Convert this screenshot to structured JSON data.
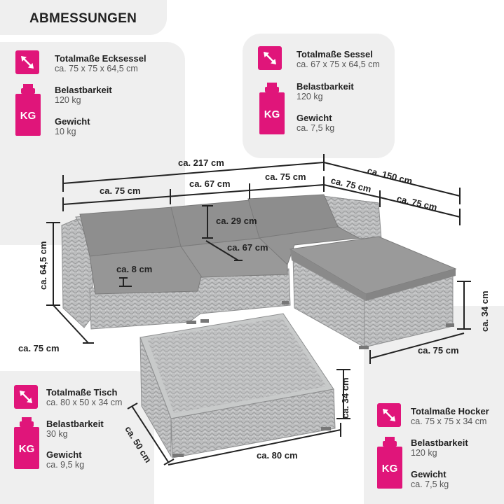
{
  "colors": {
    "accent": "#e0157a",
    "panel": "#efefef",
    "cushion": "#8e8e8e",
    "rattan": "#b9babb"
  },
  "header": {
    "title": "ABMESSUNGEN"
  },
  "ecksessel": {
    "size_label": "Totalmaße Ecksessel",
    "size_value": "ca. 75 x 75 x 64,5 cm",
    "load_label": "Belastbarkeit",
    "load_value": "120 kg",
    "weight_label": "Gewicht",
    "weight_value": "10 kg",
    "kg_text": "KG"
  },
  "sessel": {
    "size_label": "Totalmaße Sessel",
    "size_value": "ca. 67 x 75 x 64,5 cm",
    "load_label": "Belastbarkeit",
    "load_value": "120 kg",
    "weight_label": "Gewicht",
    "weight_value": "ca. 7,5 kg",
    "kg_text": "KG"
  },
  "tisch": {
    "size_label": "Totalmaße Tisch",
    "size_value": "ca. 80 x 50 x 34 cm",
    "load_label": "Belastbarkeit",
    "load_value": "30 kg",
    "weight_label": "Gewicht",
    "weight_value": "ca. 9,5 kg",
    "kg_text": "KG"
  },
  "hocker": {
    "size_label": "Totalmaße Hocker",
    "size_value": "ca. 75 x 75 x 34 cm",
    "load_label": "Belastbarkeit",
    "load_value": "120 kg",
    "weight_label": "Gewicht",
    "weight_value": "ca. 7,5 kg",
    "kg_text": "KG"
  },
  "dimensions": {
    "total_width": "ca. 217 cm",
    "total_depth": "ca. 150 cm",
    "seg1": "ca. 75 cm",
    "seg2": "ca. 67 cm",
    "seg3": "ca. 75 cm",
    "side_a": "ca. 75 cm",
    "side_b": "ca. 75 cm",
    "backrest_height": "ca. 29 cm",
    "seat_depth": "ca. 67 cm",
    "cushion_thickness": "ca. 8 cm",
    "sofa_height": "ca. 64,5 cm",
    "sofa_depth": "ca. 75 cm",
    "hocker_height": "ca. 34 cm",
    "hocker_width": "ca. 75 cm",
    "table_height": "ca. 34 cm",
    "table_depth": "ca. 50 cm",
    "table_width": "ca. 80 cm"
  }
}
